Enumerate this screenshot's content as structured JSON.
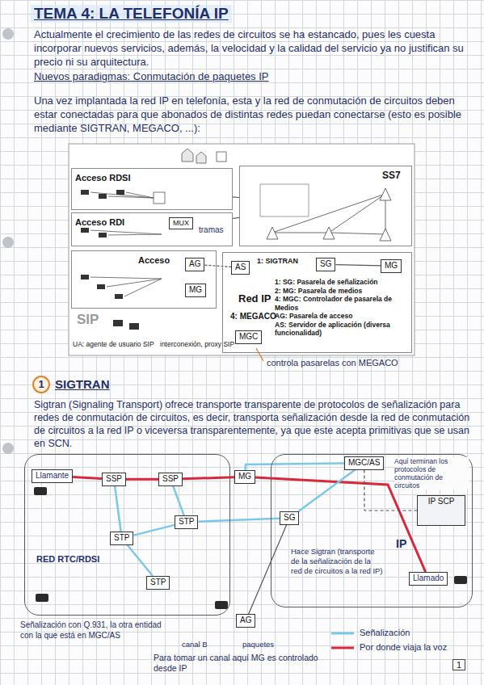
{
  "diagram": {
    "title": "TEMA 4: LA TELEFONÍA IP",
    "nodes": [
      {
        "text": [
          "Acceso RDSI"
        ]
      },
      {
        "text": [
          "Acceso RDI"
        ]
      },
      {
        "text": [
          "MUX"
        ],
        "in": 1
      },
      {
        "text": [
          "SS7"
        ]
      },
      {
        "text": [
          "Acceso"
        ]
      },
      {
        "text": [
          "AG"
        ],
        "in": 4
      },
      {
        "text": [
          "MG"
        ],
        "in": 4
      },
      {
        "text": [
          "Red IP"
        ]
      },
      {
        "text": [
          "AS"
        ],
        "in": 7
      },
      {
        "text": [
          "SG"
        ],
        "in": 7
      },
      {
        "text": [
          "MG"
        ],
        "in": 7
      },
      {
        "text": [
          "MGC"
        ],
        "in": 7
      },
      {
        "text": [
          "RED RTC/RDSI"
        ]
      },
      {
        "text": [
          "Llamante"
        ],
        "in": 12
      },
      {
        "text": [
          "SSP"
        ],
        "in": 12
      },
      {
        "text": [
          "SSP"
        ],
        "in": 12
      },
      {
        "text": [
          "STP"
        ],
        "in": 12
      },
      {
        "text": [
          "STP"
        ],
        "in": 12
      },
      {
        "text": [
          "STP"
        ],
        "in": 12
      },
      {
        "text": [
          "IP"
        ]
      },
      {
        "text": [
          "MG"
        ]
      },
      {
        "text": [
          "SG"
        ],
        "in": 19
      },
      {
        "text": [
          "MGC/AS"
        ],
        "in": 19
      },
      {
        "text": [
          "IP SCP"
        ],
        "in": 19
      },
      {
        "text": [
          "Llamado"
        ],
        "in": 19
      },
      {
        "text": [
          "AG"
        ]
      }
    ],
    "edges": [
      {
        "from": 0,
        "to": 3,
        "arrow": "none"
      },
      {
        "from": 1,
        "to": 3,
        "arrow": "none"
      },
      {
        "from": 5,
        "to": 8,
        "arrow": "none"
      },
      {
        "from": 9,
        "to": 10,
        "arrow": "none"
      },
      {
        "from": 13,
        "to": 14,
        "arrow": "none"
      },
      {
        "from": 14,
        "to": 15,
        "arrow": "none"
      },
      {
        "from": 15,
        "to": 20,
        "arrow": "none"
      },
      {
        "from": 20,
        "to": 24,
        "arrow": "none"
      },
      {
        "from": 14,
        "to": 16,
        "arrow": "none"
      },
      {
        "from": 15,
        "to": 17,
        "arrow": "none"
      },
      {
        "from": 16,
        "to": 17,
        "arrow": "none"
      },
      {
        "from": 16,
        "to": 18,
        "arrow": "none"
      },
      {
        "from": 17,
        "to": 21,
        "arrow": "none"
      },
      {
        "from": 21,
        "to": 22,
        "arrow": "none"
      },
      {
        "from": 22,
        "to": 20,
        "arrow": "none"
      },
      {
        "from": 22,
        "to": 23,
        "arrow": "none"
      },
      {
        "from": 25,
        "to": 21,
        "arrow": "none"
      }
    ],
    "labels": [
      "Actualmente el crecimiento de las redes de circuitos se ha estancado, pues les cuesta incorporar nuevos servicios, además, la velocidad y la calidad del servicio ya no justifican su precio ni su arquitectura.",
      "Nuevos paradigmas: Conmutación de paquetes IP",
      "Una vez implantada la red IP en telefonía, esta y la red de conmutación de circuitos deben estar conectadas para que abonados de distintas redes puedan conectarse (esto es posible mediante SIGTRAN, MEGACO, ...):",
      "tramas",
      "1: SIGTRAN",
      "1: SG: Pasarela de señalización",
      "2: MG: Pasarela de medios",
      "4: MGC: Controlador de pasarela de Medios",
      "AG: Pasarela de acceso",
      "AS: Servidor de aplicación (diversa funcionalidad)",
      "4: MEGACO",
      "SIP",
      "UA: agente de usuario SIP",
      "interconexión, proxy SIP",
      "controla pasarelas con MEGACO",
      "1",
      "SIGTRAN",
      "Sigtran (Signaling Transport) ofrece transporte transparente de protocolos de señalización para redes de conmutación de circuitos, es decir, transporta señalización desde la red de conmutación de circuitos a la red IP o viceversa transparentemente, ya que este acepta primitivas que se usan en SCN.",
      "Aquí terminan los protocolos de conmutación de circuitos",
      "Hace Sigtran (transporte de la señalización de la red de circuitos a la red IP)",
      "Señalización con Q.931, la otra entidad con la que está en MGC/AS",
      "canal B",
      "paquetes",
      "Para tomar un canal aquí MG es controlado desde IP",
      "1"
    ],
    "legend": [
      {
        "text": "Señalización"
      },
      {
        "text": "Por donde viaja la voz"
      }
    ]
  }
}
